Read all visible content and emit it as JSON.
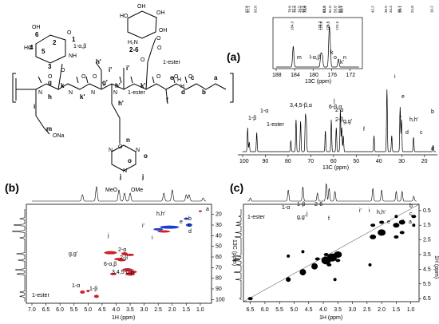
{
  "panel_labels": [
    "(a)",
    "(b)",
    "(c)"
  ],
  "structure": {
    "ring_numbers": [
      "6",
      "4",
      "5",
      "1",
      "2",
      "3",
      "2-6"
    ],
    "atom_labels": [
      "HO",
      "OH",
      "O",
      "NH",
      "O",
      "HO",
      "OH",
      "OH",
      "OH",
      "O",
      "O",
      "H₂N",
      "O"
    ],
    "letters": [
      "a",
      "b",
      "c",
      "d",
      "e",
      "f",
      "g",
      "g'",
      "h",
      "h'",
      "h'",
      "h'",
      "i",
      "i'",
      "i'",
      "j",
      "j",
      "k",
      "k'",
      "k'",
      "m",
      "n",
      "o",
      "o"
    ],
    "tags": [
      "1-α,β",
      "1-ester",
      "1-ester",
      "ONa",
      "N",
      "N",
      "N",
      "MeO",
      "OMe",
      "N",
      "N",
      "N",
      "N",
      "O",
      "O",
      "O",
      "O",
      "O",
      "O",
      "O",
      "H",
      "H"
    ]
  },
  "panel_a": {
    "top_numbers": [
      "97.8",
      "97.1",
      "93.8",
      "78.8",
      "77.2",
      "76.5",
      "74.5",
      "73.5",
      "72.4",
      "72.1",
      "72.0",
      "63.6",
      "63.5",
      "61.0",
      "58.8",
      "57.0",
      "56.4",
      "55.7",
      "42.2",
      "36.5",
      "34.4",
      "30.7",
      "30.1",
      "24.8",
      "16.2"
    ],
    "inset_numbers": [
      "184.3",
      "178.3",
      "178.0",
      "176.5",
      "176.5",
      "174.5"
    ],
    "inset_ticks": [
      "188",
      "184",
      "180",
      "176",
      "172"
    ],
    "inset_xlabel": "13C (ppm)",
    "inset_labels": [
      "m",
      "l-α,β",
      "k",
      "o",
      "k'",
      "n"
    ],
    "xlabel": "13C (ppm)",
    "xticks": [
      "100",
      "90",
      "80",
      "70",
      "60",
      "50",
      "40",
      "30",
      "20"
    ],
    "peak_labels": [
      "1-β",
      "1-α",
      "1-ester",
      "3,4,5-β,α",
      "6-β,α",
      "2-α",
      "j",
      "2-β",
      "g,g'",
      "f",
      "i",
      "e",
      "i'",
      "h,h'",
      "d",
      "c",
      "b",
      "a"
    ]
  },
  "panel_b": {
    "xlabel": "1H (ppm)",
    "ylabel": "13C (ppm)",
    "xticks": [
      "7.0",
      "6.5",
      "6.0",
      "5.5",
      "5.0",
      "4.5",
      "4.0",
      "3.5",
      "3.0",
      "2.5",
      "2.0",
      "1.5",
      "1.0"
    ],
    "yticks": [
      "20",
      "30",
      "40",
      "50",
      "60",
      "70",
      "80",
      "90",
      "100"
    ],
    "labels": [
      "h,h'",
      "e",
      "b",
      "c",
      "d",
      "a",
      "i'",
      "i",
      "j",
      "g,g'",
      "2-α",
      "2-β",
      "6-α,β",
      "3,4,5-α,β",
      "1-α",
      "1-β",
      "1-ester"
    ]
  },
  "panel_c": {
    "xlabel": "1H (ppm)",
    "ylabel": "1H (ppm)",
    "xticks": [
      "6.5",
      "6.0",
      "5.5",
      "5.0",
      "4.5",
      "4.0",
      "3.5",
      "3.0",
      "2.5",
      "2.0",
      "1.5",
      "1.0"
    ],
    "yticks": [
      "0.5",
      "1.5",
      "2.5",
      "3.5",
      "4.5",
      "5.5",
      "6.5"
    ],
    "labels": [
      "1-α",
      "1-β",
      "2-6",
      "g,g'",
      "j",
      "f",
      "i'",
      "i",
      "h,h'",
      "b",
      "c",
      "e",
      "d",
      "a",
      "1-ester"
    ]
  },
  "colors": {
    "red": "#d0202a",
    "blue": "#1a3fd0",
    "black": "#000000"
  }
}
